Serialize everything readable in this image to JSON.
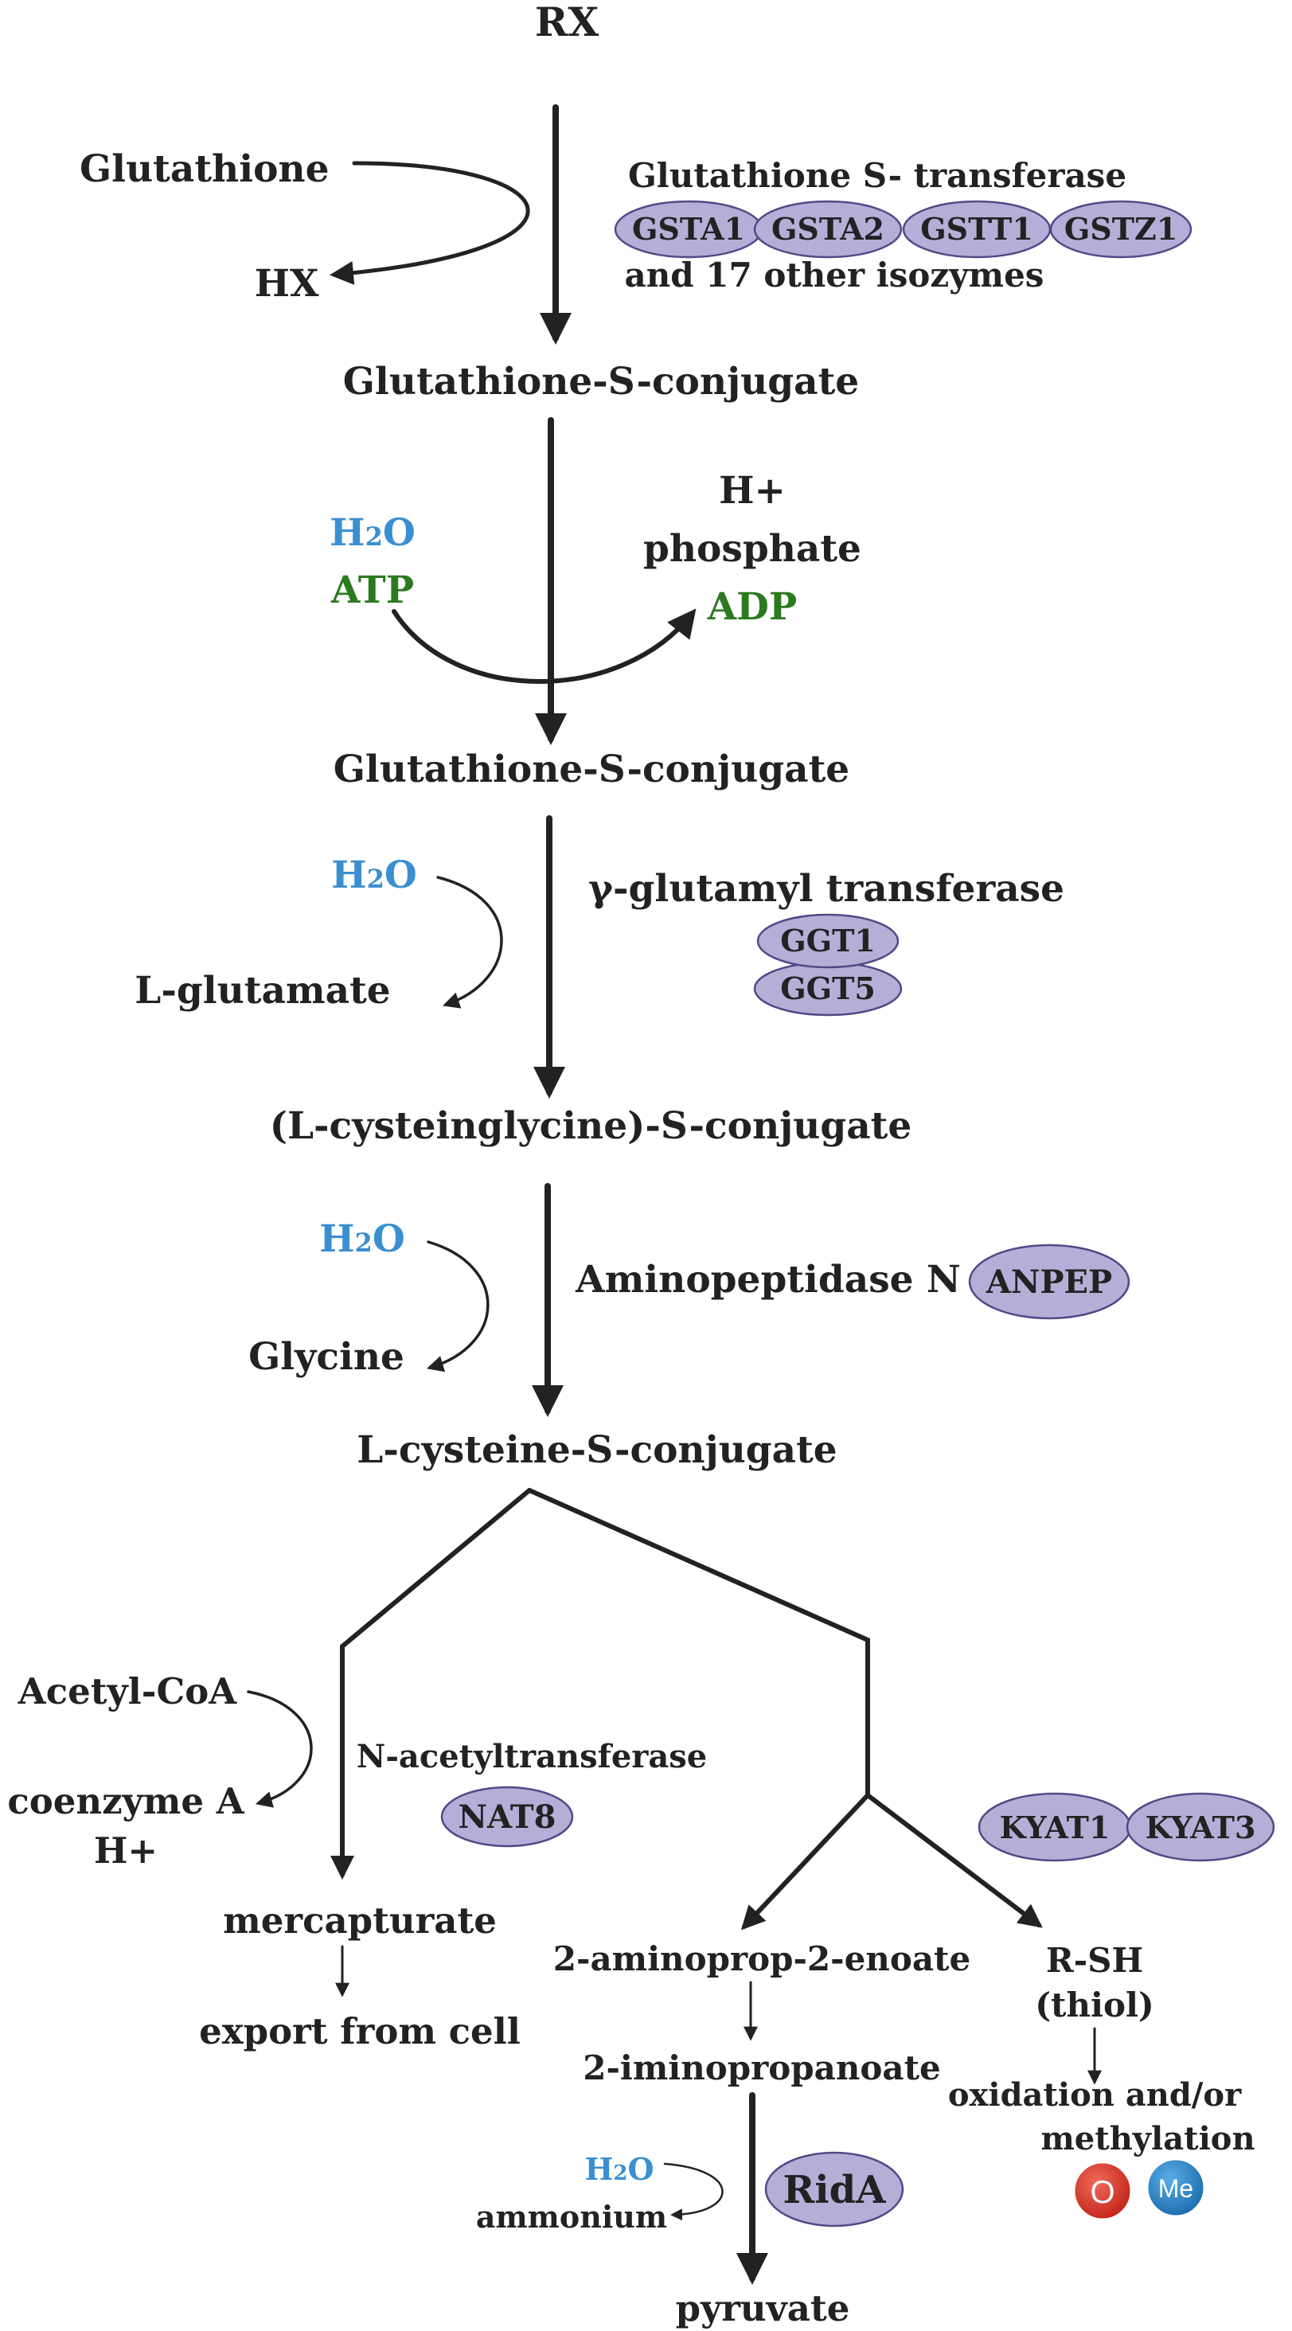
{
  "colors": {
    "text": "#222222",
    "water_blue": "#3a8fd0",
    "energy_green": "#2a7a1e",
    "enzyme_fill": "#b5afd8",
    "enzyme_stroke": "#4f4a86",
    "oxidation_red": "#d93324",
    "methylation_blue": "#2a7fc0"
  },
  "metabolites": {
    "rx": "RX",
    "glutathione": "Glutathione",
    "hx": "HX",
    "gs_conjugate_1": "Glutathione-S-conjugate",
    "h_plus_1": "H+",
    "phosphate": "phosphate",
    "adp": "ADP",
    "atp": "ATP",
    "gs_conjugate_2": "Glutathione-S-conjugate",
    "l_glutamate": "L-glutamate",
    "cysgly_conjugate": "(L-cysteinglycine)-S-conjugate",
    "glycine": "Glycine",
    "cys_conjugate": "L-cysteine-S-conjugate",
    "acetyl_coa": "Acetyl-CoA",
    "coenzyme_a": "coenzyme A",
    "h_plus_2": "H+",
    "mercapturate": "mercapturate",
    "export": "export from cell",
    "aminoprop": "2-aminoprop-2-enoate",
    "iminoprop": "2-iminopropanoate",
    "ammonium": "ammonium",
    "pyruvate": "pyruvate",
    "rsh": "R-SH",
    "thiol": "(thiol)",
    "oxid_line1": "oxidation and/or",
    "oxid_line2": "methylation"
  },
  "water": {
    "h": "H",
    "sub": "2",
    "o": "O"
  },
  "enzymes": {
    "gst_title": "Glutathione S- transferase",
    "gst_isozymes": [
      "GSTA1",
      "GSTA2",
      "GSTT1",
      "GSTZ1"
    ],
    "gst_note": "and 17 other isozymes",
    "ggt_title": "γ-glutamyl transferase",
    "ggt1": "GGT1",
    "ggt5": "GGT5",
    "anpep_title": "Aminopeptidase N",
    "anpep": "ANPEP",
    "nat_title": "N-acetyltransferase",
    "nat8": "NAT8",
    "kyat1": "KYAT1",
    "kyat3": "KYAT3",
    "rida": "RidA"
  },
  "badges": {
    "oxidation": "O",
    "methylation": "Me"
  }
}
